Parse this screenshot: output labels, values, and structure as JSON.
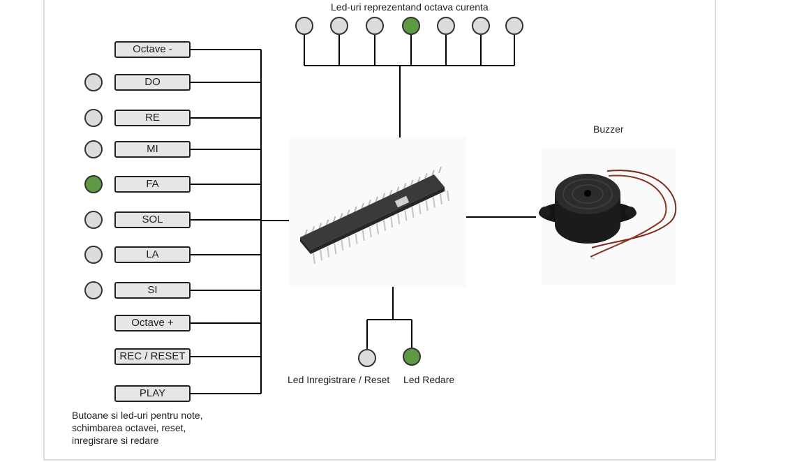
{
  "top_label": "Led-uri reprezentand octava curenta",
  "octave_leds": [
    false,
    false,
    false,
    true,
    false,
    false,
    false
  ],
  "buttons": [
    {
      "label": "Octave -"
    },
    {
      "label": "DO",
      "led_on": false
    },
    {
      "label": "RE",
      "led_on": false
    },
    {
      "label": "MI",
      "led_on": false
    },
    {
      "label": "FA",
      "led_on": true
    },
    {
      "label": "SOL",
      "led_on": false
    },
    {
      "label": "LA",
      "led_on": false
    },
    {
      "label": "SI",
      "led_on": false
    },
    {
      "label": "Octave +"
    },
    {
      "label": "REC / RESET"
    },
    {
      "label": "PLAY"
    }
  ],
  "buzzer_label": "Buzzer",
  "status_leds": [
    {
      "label": "Led Inregistrare / Reset",
      "on": false
    },
    {
      "label": "Led Redare",
      "on": true
    }
  ],
  "caption": "Butoane si led-uri pentru note, schimbarea octavei, reset, inregisrare si redare",
  "colors": {
    "led_on": "#5e9a44",
    "led_off": "#dcdcdc",
    "button_fill": "#e6e6e6"
  }
}
